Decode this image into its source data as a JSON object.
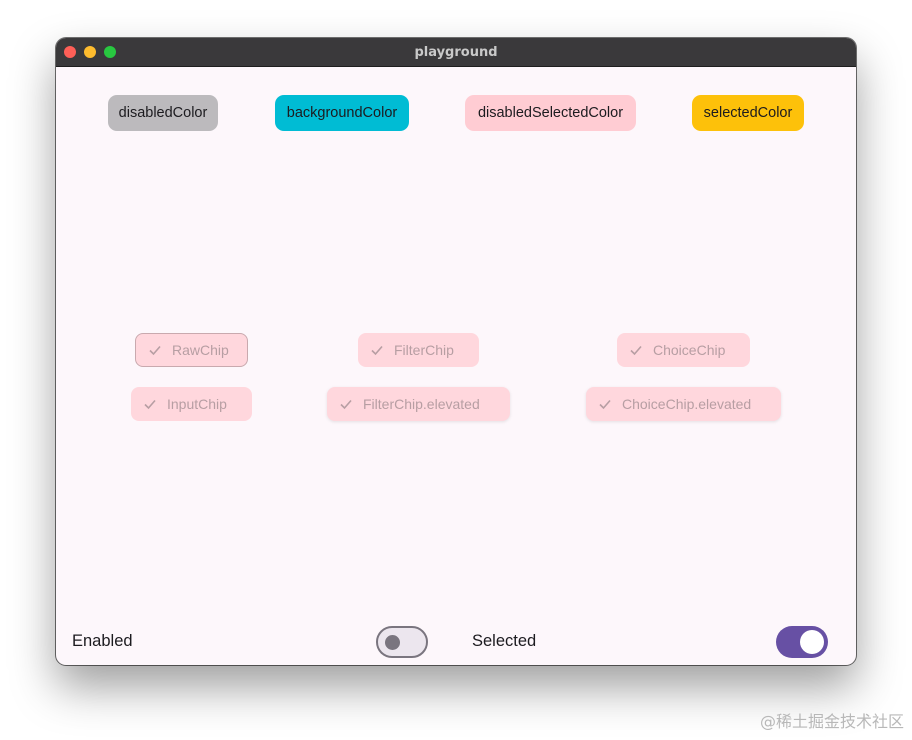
{
  "window": {
    "title": "playground"
  },
  "legend": [
    {
      "label": "disabledColor",
      "color": "#bcbabd"
    },
    {
      "label": "backgroundColor",
      "color": "#00bcd4"
    },
    {
      "label": "disabledSelectedColor",
      "color": "#ffccd3"
    },
    {
      "label": "selectedColor",
      "color": "#fdc10a"
    }
  ],
  "chips": [
    {
      "label": "RawChip",
      "selected": true,
      "enabled": false
    },
    {
      "label": "FilterChip",
      "selected": true,
      "enabled": false
    },
    {
      "label": "ChoiceChip",
      "selected": true,
      "enabled": false
    },
    {
      "label": "InputChip",
      "selected": true,
      "enabled": false
    },
    {
      "label": "FilterChip.elevated",
      "selected": true,
      "enabled": false
    },
    {
      "label": "ChoiceChip.elevated",
      "selected": true,
      "enabled": false
    }
  ],
  "controls": {
    "enabled_label": "Enabled",
    "enabled_value": false,
    "selected_label": "Selected",
    "selected_value": true
  },
  "colors": {
    "chip_disabled_selected_bg": "#ffd7dd",
    "switch_on": "#6750a4"
  },
  "watermark": "@稀土掘金技术社区"
}
